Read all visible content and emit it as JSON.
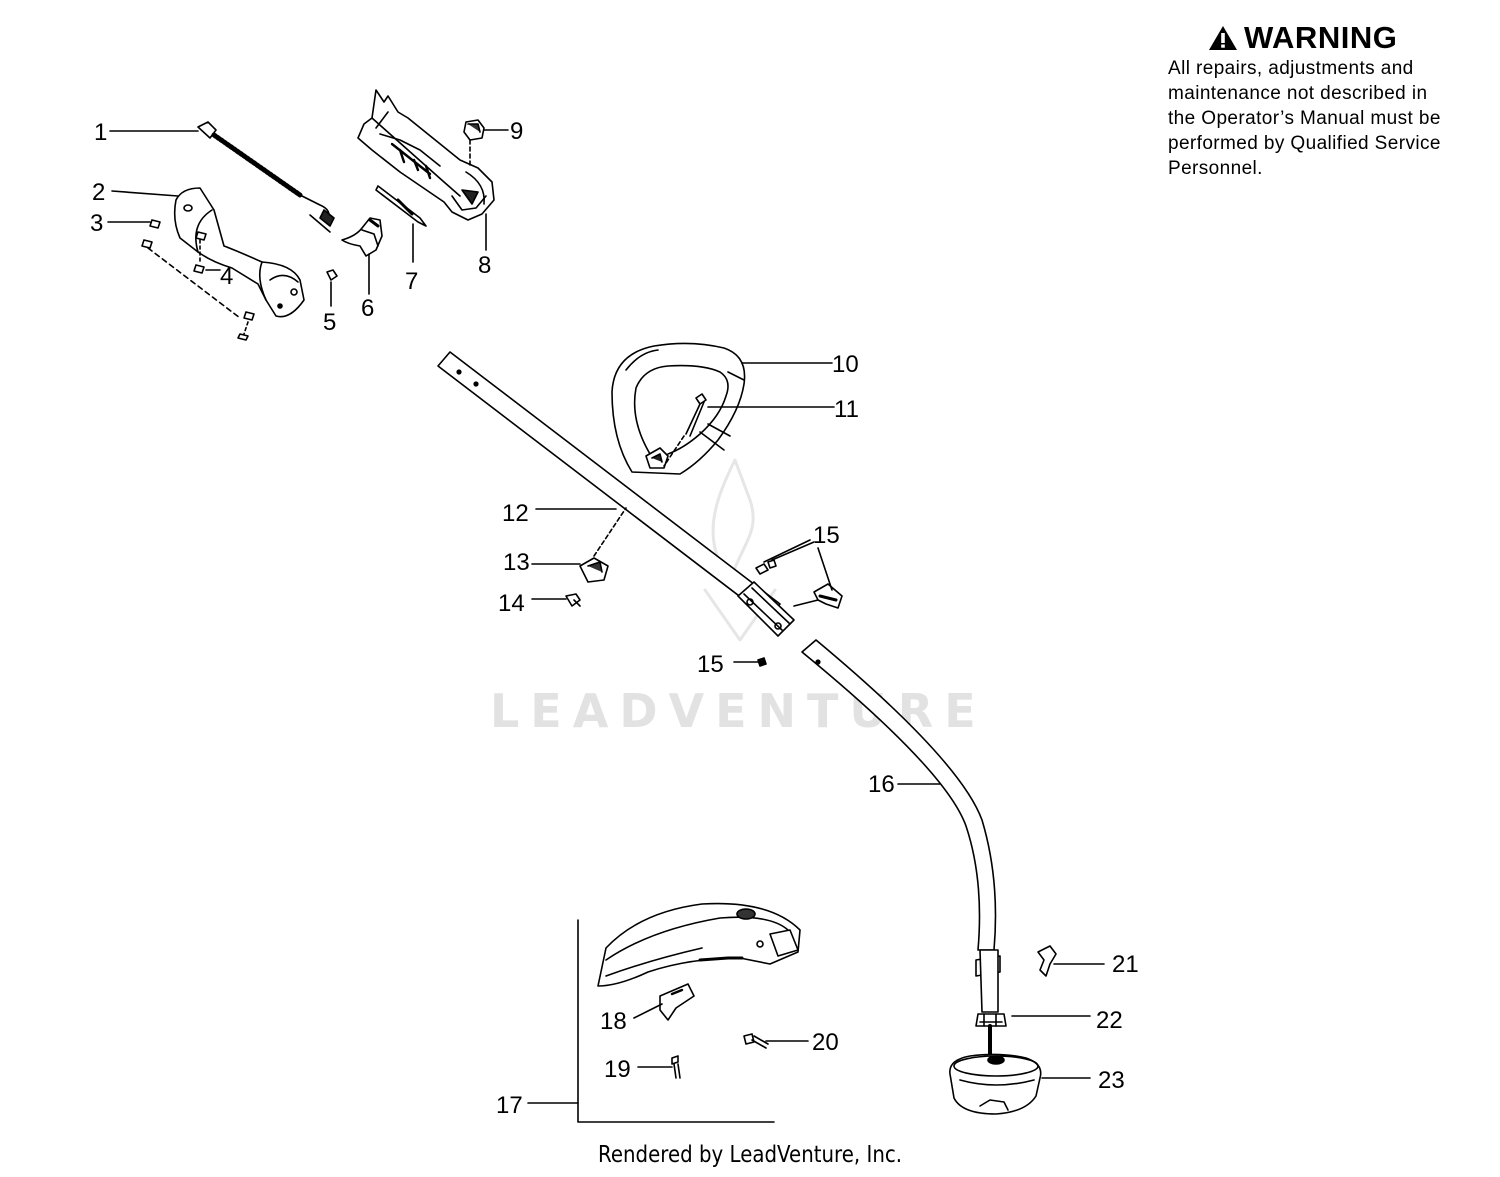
{
  "warning": {
    "title": "WARNING",
    "lines": [
      "All repairs, adjustments and",
      "maintenance not described in",
      "the Operator’s Manual must be",
      "performed by Qualified Service",
      "Personnel."
    ]
  },
  "watermark": "LEADVENTURE",
  "footer": "Rendered by LeadVenture, Inc.",
  "callouts": [
    "1",
    "2",
    "3",
    "4",
    "5",
    "6",
    "7",
    "8",
    "9",
    "10",
    "11",
    "12",
    "13",
    "14",
    "15",
    "15",
    "16",
    "17",
    "18",
    "19",
    "20",
    "21",
    "22",
    "23"
  ]
}
